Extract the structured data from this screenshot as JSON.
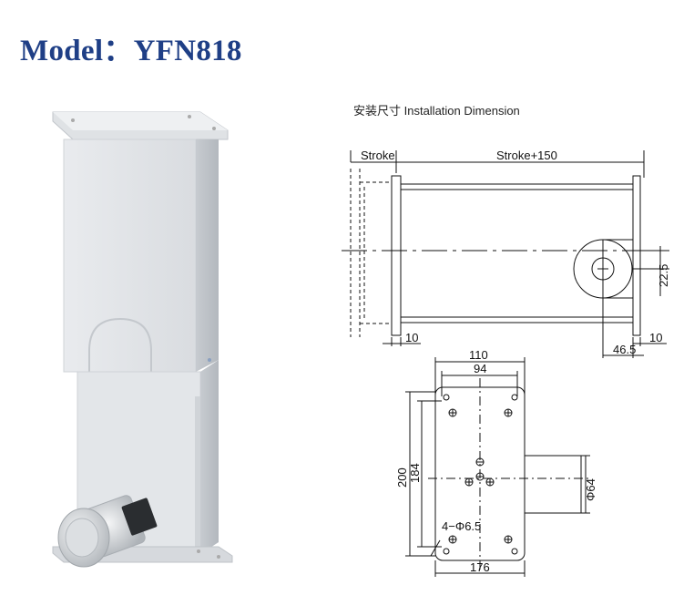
{
  "header": {
    "title": "Model：YFN818"
  },
  "section": {
    "title": "安装尺寸  Installation Dimension"
  },
  "side_view": {
    "stroke_label": "Stroke",
    "stroke_plus_label": "Stroke+150",
    "dim_22_5": "22.5",
    "dim_10_left": "10",
    "dim_10_right": "10",
    "dim_46_5": "46.5"
  },
  "top_view": {
    "dim_110": "110",
    "dim_94": "94",
    "dim_200": "200",
    "dim_184": "184",
    "dim_176": "176",
    "dim_phi64": "Φ64",
    "holes_label": "4−Φ6.5"
  }
}
